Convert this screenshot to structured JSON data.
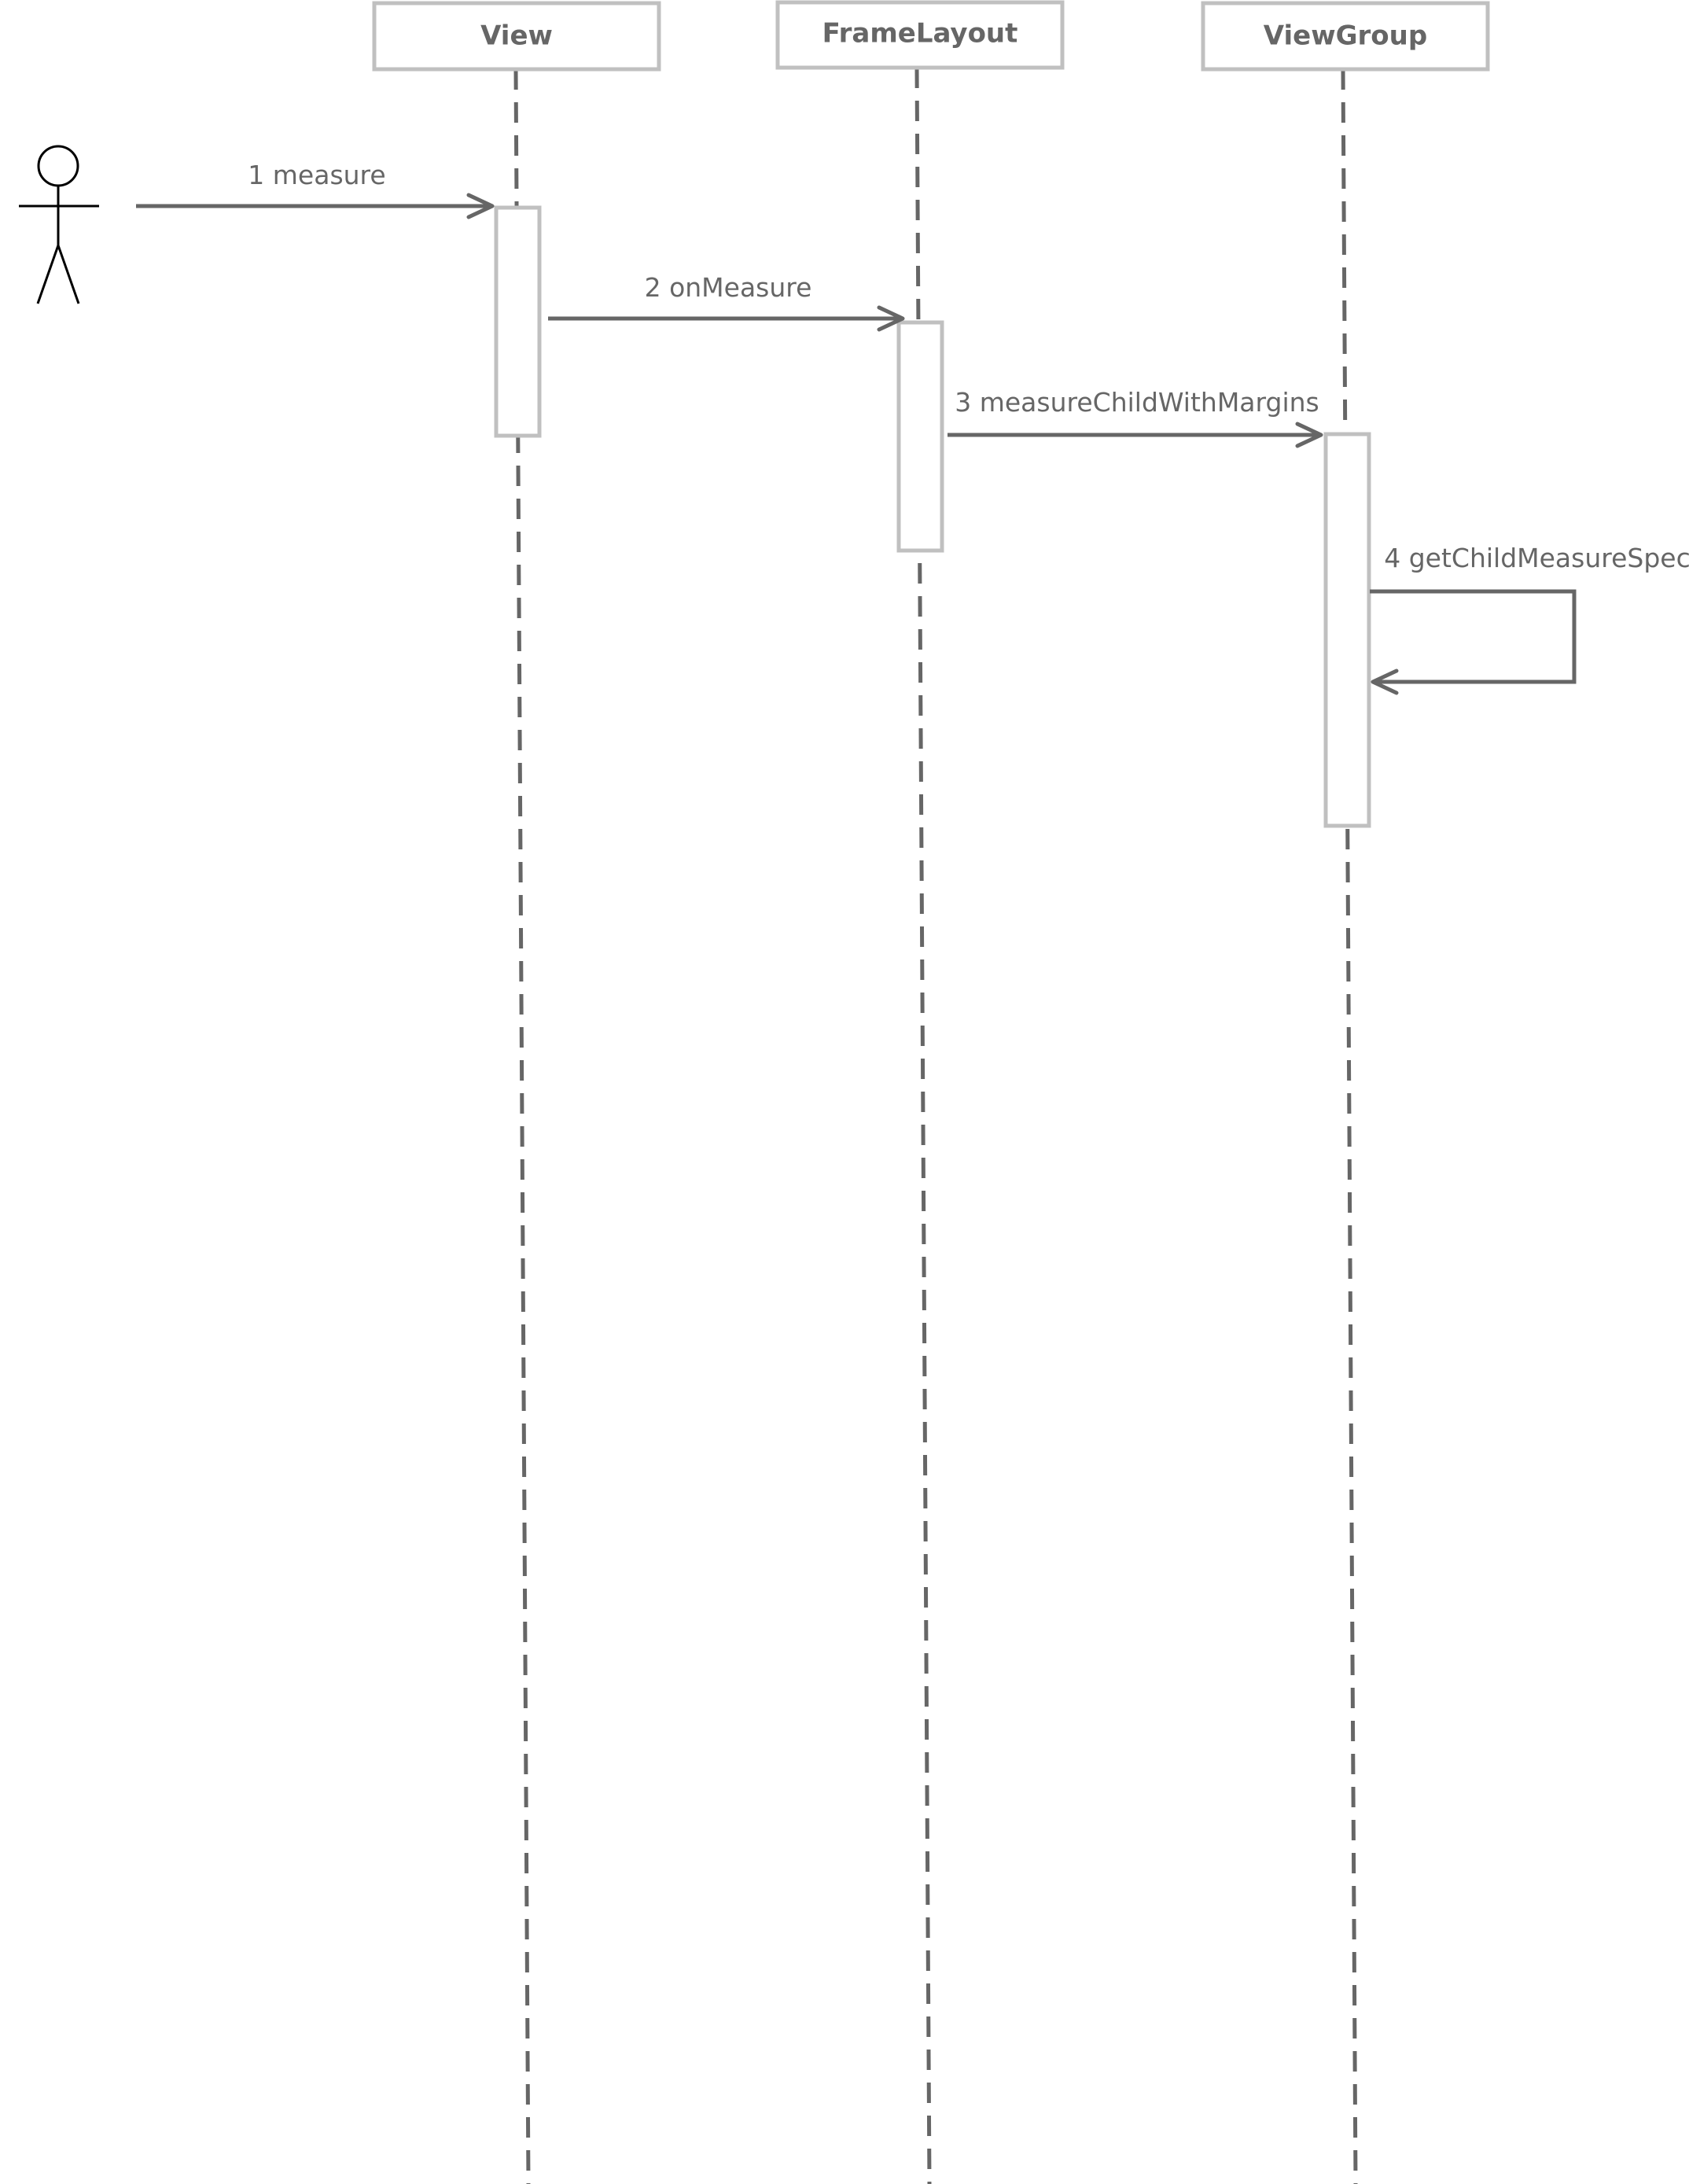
{
  "participants": [
    {
      "id": "view",
      "name": "View"
    },
    {
      "id": "framelayout",
      "name": "FrameLayout"
    },
    {
      "id": "viewgroup",
      "name": "ViewGroup"
    }
  ],
  "actor": {
    "label": ""
  },
  "messages": [
    {
      "number": "1",
      "label": "1 measure",
      "from": "actor",
      "to": "view"
    },
    {
      "number": "2",
      "label": "2 onMeasure",
      "from": "view",
      "to": "framelayout"
    },
    {
      "number": "3",
      "label": "3 measureChildWithMargins",
      "from": "framelayout",
      "to": "viewgroup"
    },
    {
      "number": "4",
      "label": "4 getChildMeasureSpec",
      "from": "viewgroup",
      "to": "viewgroup"
    }
  ],
  "colors": {
    "line": "#666666",
    "box_border": "#c0c0c0",
    "text": "#666666",
    "background": "#ffffff"
  }
}
